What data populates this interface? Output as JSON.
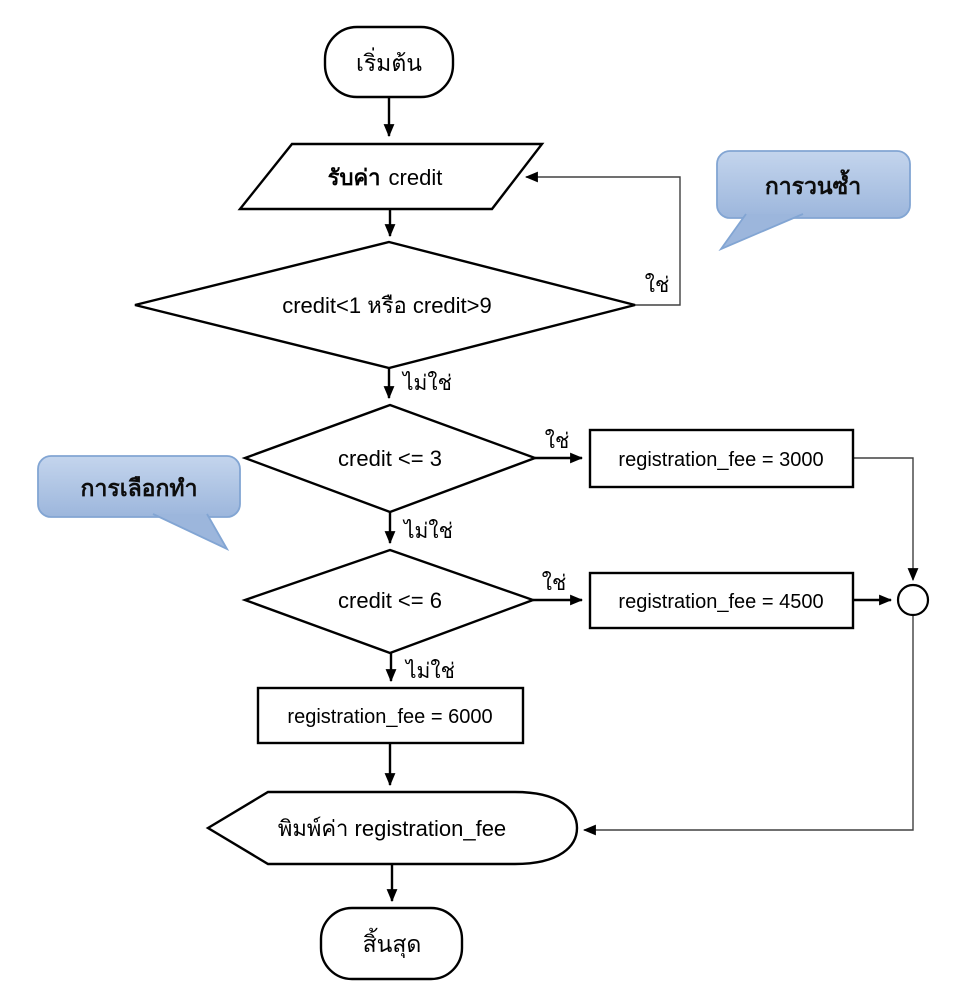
{
  "diagram": {
    "nodes": {
      "start": {
        "label": "เริ่มต้น"
      },
      "input": {
        "label_bold": "รับค่า",
        "label_var": "credit"
      },
      "decision_range": {
        "label": "credit<1 หรือ credit>9"
      },
      "decision_le3": {
        "label": "credit <= 3"
      },
      "decision_le6": {
        "label": "credit <= 6"
      },
      "fee_3000": {
        "label": "registration_fee = 3000"
      },
      "fee_4500": {
        "label": "registration_fee = 4500"
      },
      "fee_6000": {
        "label": "registration_fee = 6000"
      },
      "output": {
        "label": "พิมพ์ค่า registration_fee"
      },
      "end": {
        "label": "สิ้นสุด"
      }
    },
    "edge_labels": {
      "loop_yes": "ใช่",
      "range_no": "ไม่ใช่",
      "le3_yes": "ใช่",
      "le3_no": "ไม่ใช่",
      "le6_yes": "ใช่",
      "le6_no": "ไม่ใช่"
    },
    "callouts": {
      "loop": {
        "label": "การวนซ้ำ"
      },
      "selection": {
        "label": "การเลือกทำ"
      }
    },
    "colors": {
      "callout_fill_top": "#c4d5ed",
      "callout_fill_bottom": "#9cb6dc",
      "callout_border": "#82a5d3",
      "shape_stroke": "#000000",
      "background": "#ffffff"
    }
  }
}
